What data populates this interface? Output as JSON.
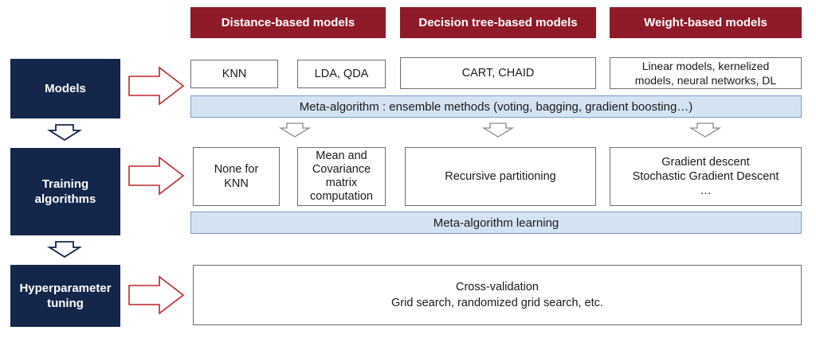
{
  "headers": {
    "distance": "Distance-based models",
    "tree": "Decision tree-based models",
    "weight": "Weight-based models"
  },
  "rows": {
    "models": "Models",
    "training": "Training\nalgorithms",
    "tuning": "Hyperparameter\ntuning"
  },
  "models": {
    "knn": "KNN",
    "lda_qda": "LDA, QDA",
    "cart": "CART, CHAID",
    "weight": "Linear models, kernelized\nmodels, neural networks, DL",
    "meta": "Meta-algorithm : ensemble methods (voting, bagging, gradient boosting…)"
  },
  "training": {
    "knn": "None for\nKNN",
    "lda": "Mean and\nCovariance\nmatrix\ncomputation",
    "tree": "Recursive partitioning",
    "weight": "Gradient descent\nStochastic Gradient Descent\n…",
    "meta": "Meta-algorithm learning"
  },
  "tuning": {
    "text": "Cross-validation\nGrid search, randomized grid search, etc."
  },
  "colors": {
    "header_red": "#8f1a2a",
    "side_navy": "#14274a",
    "meta_blue": "#d4e3f3",
    "arrow_red": "#c0262c"
  }
}
